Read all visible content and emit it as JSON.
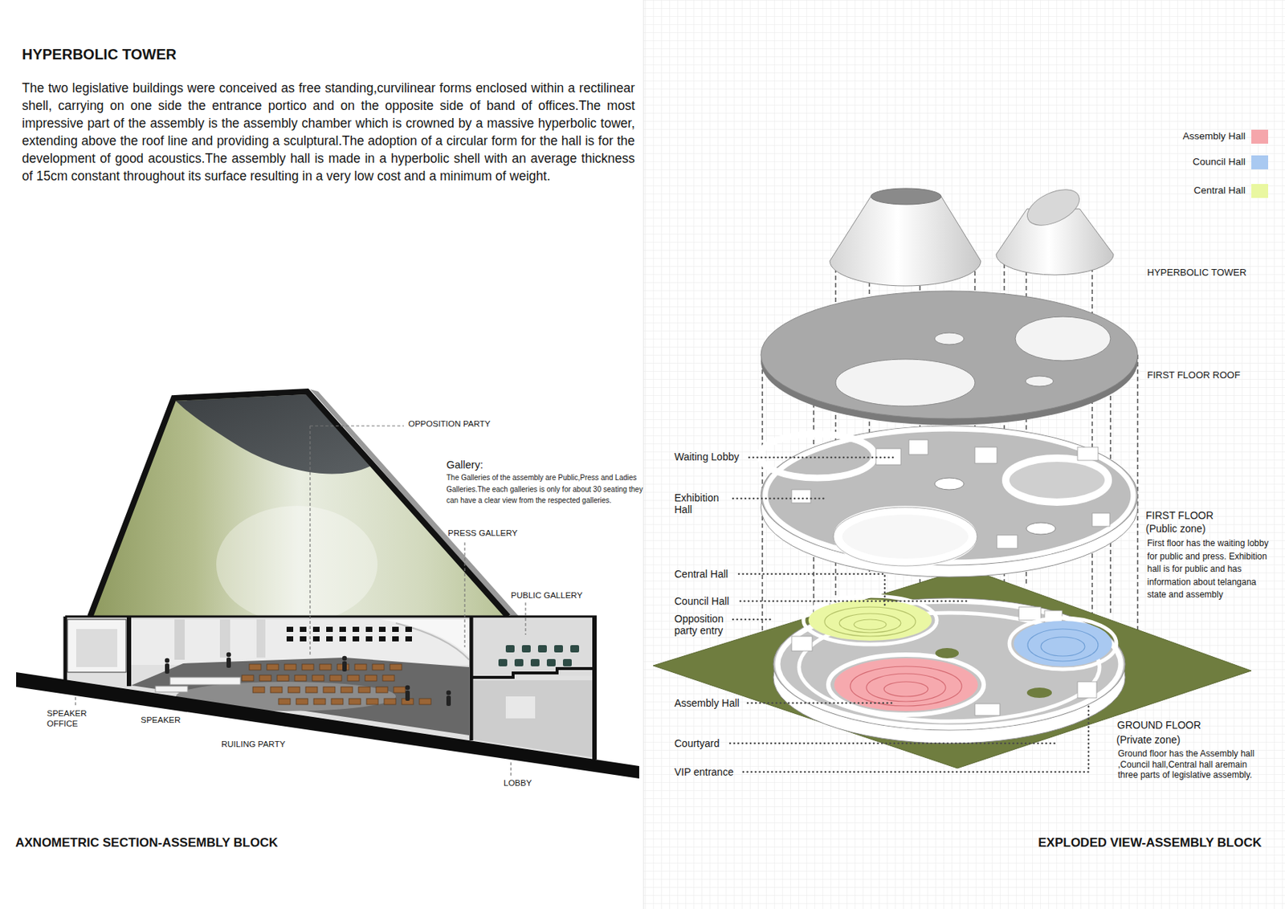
{
  "diagram": {
    "title": "HYPERBOLIC TOWER",
    "labels": [
      "The two legislative buildings were conceived as free standing,curvilinear forms enclosed within a rectilinear shell, carrying on one side the entrance portico and on the opposite side of band of offices.The most impressive part of the assembly is the assembly chamber which is crowned by a massive hyperbolic tower, extending above the roof line and providing a sculptural.The adoption of a circular form for the hall is for the development of good acoustics.The assembly hall is made in a hyperbolic shell with an average thickness of 15cm constant throughout its surface resulting in a very low cost and a minimum of weight.",
      "OPPOSITION PARTY",
      "Gallery:",
      "The Galleries of the assembly are Public,Press and Ladies Galleries.The each galleries is only for about 30 seating they can have a clear view from the respected galleries.",
      "PRESS GALLERY",
      "PUBLIC GALLERY",
      "SPEAKER OFFICE",
      "SPEAKER",
      "RUILING PARTY",
      "LOBBY",
      "AXNOMETRIC SECTION-ASSEMBLY BLOCK",
      "HYPERBOLIC TOWER",
      "FIRST FLOOR ROOF",
      "Waiting Lobby",
      "Exhibition Hall",
      "FIRST FLOOR",
      "(Public zone)",
      "First floor has the waiting lobby for public and press. Exhibition hall is for public and has information about telangana state and assembly",
      "Central Hall",
      "Council Hall",
      "Opposition party entry",
      "Assembly Hall",
      "Courtyard",
      "VIP entrance",
      "GROUND FLOOR",
      "(Private zone)",
      "Ground floor has the Assembly hall ,Council hall,Central hall aremain three parts of legislative assembly.",
      "EXPLODED VIEW-ASSEMBLY BLOCK"
    ],
    "legend": [
      {
        "text": "Assembly Hall",
        "color": "#f5a6ab"
      },
      {
        "text": "Council Hall",
        "color": "#a9c9f1"
      },
      {
        "text": "Central Hall",
        "color": "#e9f7a0"
      }
    ]
  }
}
